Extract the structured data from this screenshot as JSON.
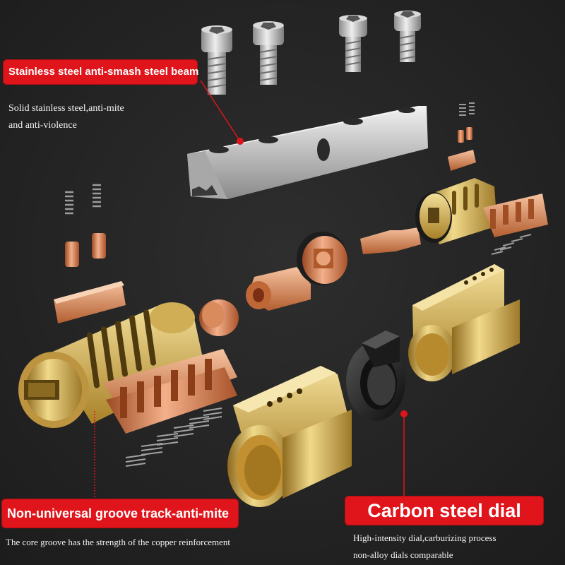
{
  "callouts": {
    "beam": {
      "title": "Stainless steel anti-smash steel beam",
      "line1": "Solid stainless steel,anti-mite",
      "line2": "and anti-violence"
    },
    "groove": {
      "title": "Non-universal groove track-anti-mite",
      "line1": "The core groove has the strength of the copper reinforcement"
    },
    "dial": {
      "title": "Carbon steel dial",
      "line1": "High-intensity dial,carburizing process",
      "line2": "non-alloy dials comparable"
    }
  },
  "colors": {
    "background": "#232323",
    "callout_red": "#e0141b",
    "brass": "#c9a24a",
    "copper": "#d27a4c",
    "steel": "#c4c4c4"
  }
}
